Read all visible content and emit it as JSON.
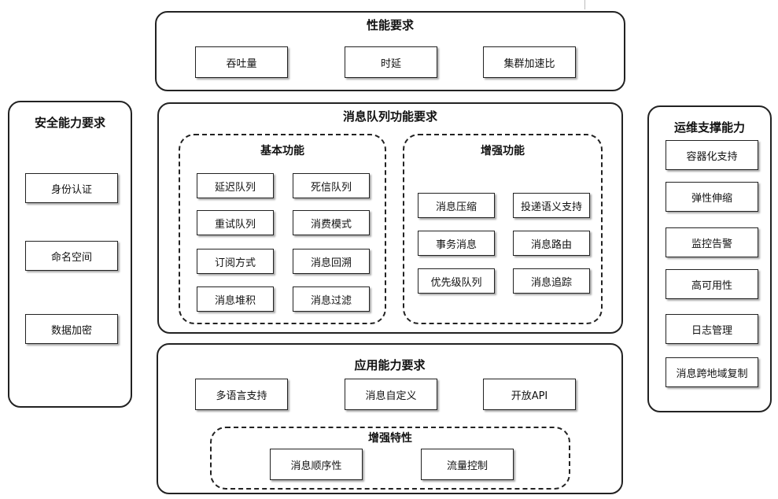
{
  "performance": {
    "title": "性能要求",
    "items": [
      "吞吐量",
      "时延",
      "集群加速比"
    ]
  },
  "security": {
    "title": "安全能力要求",
    "items": [
      "身份认证",
      "命名空间",
      "数据加密"
    ]
  },
  "mq": {
    "title": "消息队列功能要求",
    "basic": {
      "title": "基本功能",
      "items": [
        "延迟队列",
        "死信队列",
        "重试队列",
        "消费模式",
        "订阅方式",
        "消息回溯",
        "消息堆积",
        "消息过滤"
      ]
    },
    "enhanced": {
      "title": "增强功能",
      "items": [
        "消息压缩",
        "投递语义支持",
        "事务消息",
        "消息路由",
        "优先级队列",
        "消息追踪"
      ]
    }
  },
  "ops": {
    "title": "运维支撑能力",
    "items": [
      "容器化支持",
      "弹性伸缩",
      "监控告警",
      "高可用性",
      "日志管理",
      "消息跨地域复制"
    ]
  },
  "app": {
    "title": "应用能力要求",
    "items": [
      "多语言支持",
      "消息自定义",
      "开放API"
    ],
    "features": {
      "title": "增强特性",
      "items": [
        "消息顺序性",
        "流量控制"
      ]
    }
  }
}
